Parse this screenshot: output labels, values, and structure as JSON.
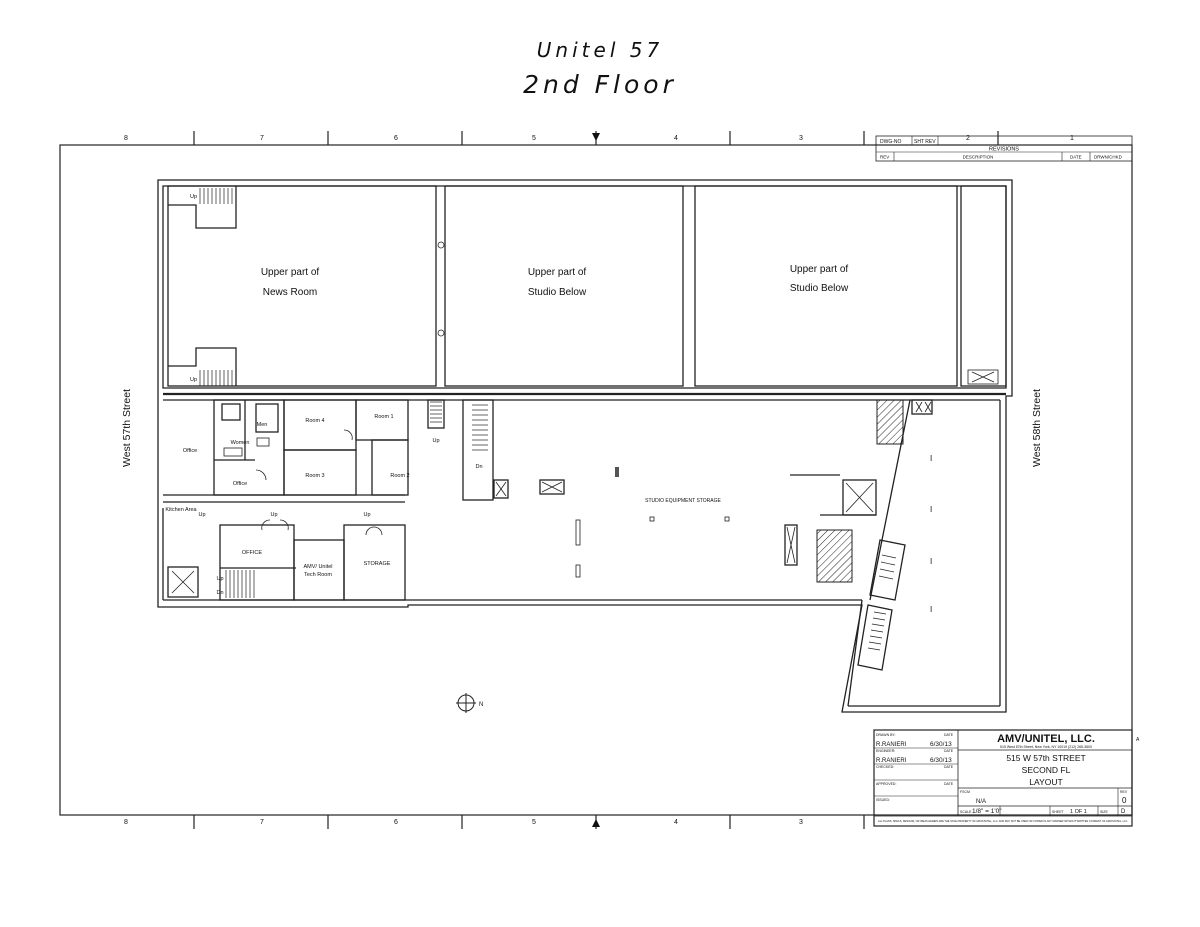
{
  "title": {
    "line1": "Unitel 57",
    "line2": "2nd Floor"
  },
  "grid_numbers": [
    "8",
    "7",
    "6",
    "5",
    "4",
    "3",
    "2",
    "1"
  ],
  "revisions": {
    "header": "REVISIONS",
    "col_rev": "REV",
    "col_desc": "DESCRIPTION",
    "col_date": "DATE",
    "col_drwn": "DRWN/CHKD",
    "dwg_no": "DWG-NO",
    "sht_rev": "SHT REV"
  },
  "streets": {
    "west": "West 57th Street",
    "east": "West 58th Street"
  },
  "rooms": {
    "upper_news_1": "Upper part of",
    "upper_news_2": "News Room",
    "upper_studio_a_1": "Upper part of",
    "upper_studio_a_2": "Studio Below",
    "upper_studio_b_1": "Upper part of",
    "upper_studio_b_2": "Studio Below",
    "men": "Men",
    "women": "Women",
    "office_a": "Office",
    "office_b": "Office",
    "room4": "Room 4",
    "room3": "Room 3",
    "room1": "Room 1",
    "room2": "Room 2",
    "kitchen": "Kitchen Area",
    "office_caps": "OFFICE",
    "tech_room_1": "AMV/ Unitel",
    "tech_room_2": "Tech Room",
    "storage": "STORAGE",
    "studio_storage": "STUDIO EQUIPMENT STORAGE"
  },
  "stair_labels": {
    "up": "Up",
    "dn": "Dn"
  },
  "north_label": "N",
  "title_block": {
    "drawn_by_label": "DRAWN BY:",
    "drawn_by": "R.RANIERI",
    "drawn_date": "6/30/13",
    "engineer_label": "ENGINEER:",
    "engineer": "R.RANIERI",
    "engineer_date": "6/30/13",
    "checked_label": "CHECKED:",
    "approved_label": "APPROVED:",
    "issued_label": "ISSUED:",
    "date_label": "DATE",
    "company": "AMV/UNITEL, LLC.",
    "address_small": "515 West 57th Street, New York, NY 10019 (212) 265-3600",
    "line1": "515 W 57th STREET",
    "line2": "SECOND FL",
    "line3": "LAYOUT",
    "fscm_label": "FSCM",
    "fscm": "N/A",
    "rev_label": "REV",
    "rev": "0",
    "scale_label": "SCALE",
    "scale": "1/8\" = 1'0\"",
    "sheet_label": "SHEET",
    "sheet": "1 OF 1",
    "size_label": "SIZE",
    "size": "D",
    "notice": "ALL PLANS, SPECS, DESIGNS, OR IDEAS HEREIN ARE THE SOLE PROPERTY OF AMV/UNITEL, LLC. AND MAY NOT BE USED OR COPIED IN ANY MANNER WITHOUT WRITTEN CONSENT OF AMV/UNITEL, LLC.",
    "edge_letter": "A"
  }
}
